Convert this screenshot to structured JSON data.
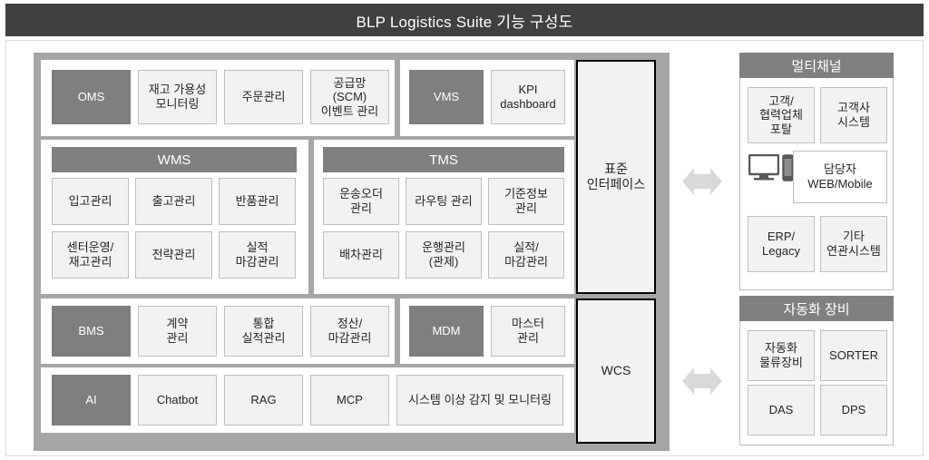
{
  "header": {
    "title": "BLP Logistics Suite 기능 구성도"
  },
  "platform": {
    "oms_row": {
      "items": [
        {
          "label": "OMS",
          "style": "dark"
        },
        {
          "label": "재고 가용성\n모니터링",
          "style": "light"
        },
        {
          "label": "주문관리",
          "style": "light"
        },
        {
          "label": "공급망\n(SCM)\n이벤트 관리",
          "style": "light"
        }
      ]
    },
    "vms_row": {
      "items": [
        {
          "label": "VMS",
          "style": "dark"
        },
        {
          "label": "KPI\ndashboard",
          "style": "light"
        }
      ]
    },
    "wms": {
      "title": "WMS",
      "items": [
        {
          "label": "입고관리"
        },
        {
          "label": "출고관리"
        },
        {
          "label": "반품관리"
        },
        {
          "label": "센터운영/\n재고관리"
        },
        {
          "label": "전략관리"
        },
        {
          "label": "실적\n마감관리"
        }
      ]
    },
    "tms": {
      "title": "TMS",
      "items": [
        {
          "label": "운송오더\n관리"
        },
        {
          "label": "라우팅 관리"
        },
        {
          "label": "기준정보\n관리"
        },
        {
          "label": "배차관리"
        },
        {
          "label": "운행관리\n(관제)"
        },
        {
          "label": "실적/\n마감관리"
        }
      ]
    },
    "bms_row": {
      "items": [
        {
          "label": "BMS",
          "style": "dark"
        },
        {
          "label": "계약\n관리",
          "style": "light"
        },
        {
          "label": "통합\n실적관리",
          "style": "light"
        },
        {
          "label": "정산/\n마감관리",
          "style": "light"
        }
      ]
    },
    "mdm_row": {
      "items": [
        {
          "label": "MDM",
          "style": "dark"
        },
        {
          "label": "마스터\n관리",
          "style": "light"
        }
      ]
    },
    "ai_row": {
      "items": [
        {
          "label": "AI",
          "style": "dark"
        },
        {
          "label": "Chatbot",
          "style": "light"
        },
        {
          "label": "RAG",
          "style": "light"
        },
        {
          "label": "MCP",
          "style": "light"
        },
        {
          "label": "시스템 이상 감지 및 모니터링",
          "style": "light"
        }
      ]
    }
  },
  "interfaces": {
    "standard": "표준\n인터페이스",
    "wcs": "WCS"
  },
  "connectors": {
    "top_arrow": "bidirectional-arrow",
    "bottom_arrow": "bidirectional-arrow"
  },
  "multichannel": {
    "title": "멀티채널",
    "items": [
      {
        "label": "고객/\n협력업체\n포탈"
      },
      {
        "label": "고객사\n시스템"
      },
      {
        "label": "담당자\nWEB/Mobile"
      },
      {
        "label": "ERP/\nLegacy"
      },
      {
        "label": "기타\n연관시스템"
      }
    ]
  },
  "automation": {
    "title": "자동화 장비",
    "items": [
      {
        "label": "자동화\n물류장비"
      },
      {
        "label": "SORTER"
      },
      {
        "label": "DAS"
      },
      {
        "label": "DPS"
      }
    ]
  },
  "colors": {
    "title_bar": "#404040",
    "platform_bg": "#a6a6a6",
    "band_header": "#808080",
    "tile_dark": "#7f7f7f",
    "tile_light": "#f2f2f2",
    "arrow": "#d9d9d9"
  }
}
